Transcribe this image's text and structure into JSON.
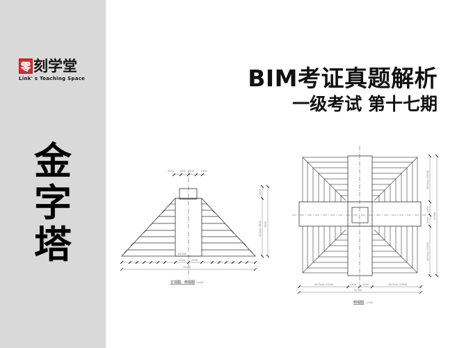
{
  "brand": {
    "logo_mark": "零",
    "logo_text": "刻学堂",
    "logo_subtitle": "Link' s Teaching Space",
    "accent_color": "#d7282a"
  },
  "sidebar": {
    "vertical_title": [
      "金",
      "字",
      "塔"
    ],
    "background": "#d9d9d9"
  },
  "header": {
    "title": "BIM考证真题解析",
    "subtitle": "一级考试 第十七期"
  },
  "drawings": {
    "elevation": {
      "caption": "正视图、侧视图",
      "scale": "1:500",
      "top_dims": [
        "2500",
        "2500",
        "2500",
        "2500"
      ],
      "bottom_dims": [
        "2000",
        "2500"
      ],
      "total_width": "25000",
      "right_dims": [
        "1800",
        "600x6=3600",
        "3600"
      ],
      "elevation_mark": "±0.000"
    },
    "plan": {
      "caption": "俯视图",
      "scale": "1:500",
      "bottom_dims": [
        "5875x4=23500",
        "2500",
        "2500",
        "5875x4=23500"
      ],
      "total_width": "52000",
      "right_dims": [
        "5875x4=23500",
        "2500",
        "2500",
        "5875x4=23500"
      ],
      "total_height": "52000"
    }
  }
}
